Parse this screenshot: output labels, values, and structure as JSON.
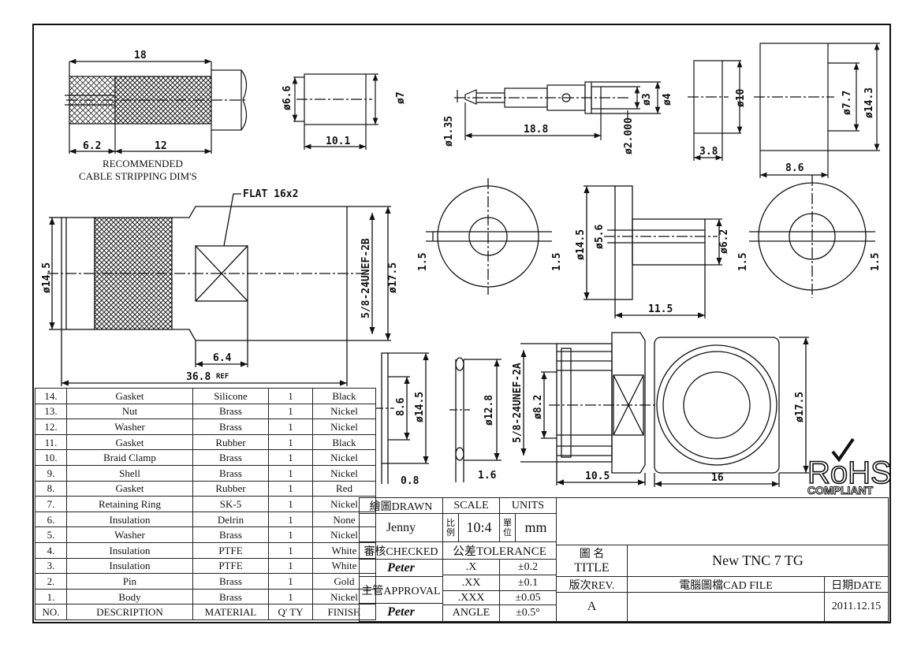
{
  "dimensions": {
    "cable_overall": "18",
    "cable_strip_a": "6.2",
    "cable_strip_b": "12",
    "ferrule_dia_inner": "ø6.6",
    "ferrule_dia_outer": "ø7",
    "ferrule_len": "10.1",
    "pin_dia_tip": "ø1.35",
    "pin_len": "18.8",
    "pin_dia_a": "ø3",
    "pin_dia_b": "ø4",
    "pin_dia_c": "ø2.000",
    "gasket_dia": "ø10",
    "gasket_len": "3.8",
    "nut_dia_inner": "ø7.7",
    "nut_dia_outer": "ø14.3",
    "nut_len": "8.6",
    "flat": "FLAT 16x2",
    "body_dia": "ø14.5",
    "thread": "5/8-24UNEF-2B",
    "body_dia_outer": "ø17.5",
    "flat_len": "6.4",
    "overall_len": "36.8",
    "overall_ref": "REF",
    "slot_a": "1.5",
    "slot_b": "1.5",
    "clamp_dia": "ø14.5",
    "clamp_inner": "ø5.6",
    "clamp_tube": "ø6.2",
    "clamp_len": "11.5",
    "slot_c": "1.5",
    "slot_d": "1.5",
    "washer_inner": "8.6",
    "washer_outer": "ø14.5",
    "washer_thk": "0.8",
    "ring_dia": "ø12.8",
    "ring_thk": "1.6",
    "jack_thread": "5/8-24UNEF-2A",
    "jack_dia": "ø8.2",
    "jack_len": "10.5",
    "jack_face_dia": "ø17.5",
    "jack_face_len": "16"
  },
  "notes": {
    "strip_line1": "RECOMMENDED",
    "strip_line2": "CABLE STRIPPING DIM'S"
  },
  "bom": {
    "header": [
      "NO.",
      "DESCRIPTION",
      "MATERIAL",
      "Q' TY",
      "FINISH"
    ],
    "rows": [
      [
        "14.",
        "Gasket",
        "Silicone",
        "1",
        "Black"
      ],
      [
        "13.",
        "Nut",
        "Brass",
        "1",
        "Nickel"
      ],
      [
        "12.",
        "Washer",
        "Brass",
        "1",
        "Nickel"
      ],
      [
        "11.",
        "Gasket",
        "Rubber",
        "1",
        "Black"
      ],
      [
        "10.",
        "Braid Clamp",
        "Brass",
        "1",
        "Nickel"
      ],
      [
        "9.",
        "Shell",
        "Brass",
        "1",
        "Nickel"
      ],
      [
        "8.",
        "Gasket",
        "Rubber",
        "1",
        "Red"
      ],
      [
        "7.",
        "Retaining Ring",
        "SK-5",
        "1",
        "Nickel"
      ],
      [
        "6.",
        "Insulation",
        "Delrin",
        "1",
        "None"
      ],
      [
        "5.",
        "Washer",
        "Brass",
        "1",
        "Nickel"
      ],
      [
        "4.",
        "Insulation",
        "PTFE",
        "1",
        "White"
      ],
      [
        "3.",
        "Insulation",
        "PTFE",
        "1",
        "White"
      ],
      [
        "2.",
        "Pin",
        "Brass",
        "1",
        "Gold"
      ],
      [
        "1.",
        "Body",
        "Brass",
        "1",
        "Nickel"
      ]
    ]
  },
  "title_block": {
    "drawn_label": "繪圖DRAWN",
    "drawn_by": "Jenny",
    "scale_label": "SCALE",
    "units_label": "UNITS",
    "scale_prefix": "比例",
    "scale_value": "10:4",
    "units_prefix": "單位",
    "units_value": "mm",
    "checked_label": "審核CHECKED",
    "checked_by": "Peter",
    "tolerance_label": "公差TOLERANCE",
    "tol_x": ".X",
    "tol_x_val": "±0.2",
    "tol_xx": ".XX",
    "tol_xx_val": "±0.1",
    "tol_xxx": ".XXX",
    "tol_xxx_val": "±0.05",
    "tol_angle": "ANGLE",
    "tol_angle_val": "±0.5°",
    "approval_label": "主管APPROVAL",
    "approved_by": "Peter",
    "title_cn": "圖 名",
    "title_label": "TITLE",
    "title_value": "New TNC 7 TG",
    "rev_label": "版次REV.",
    "rev_value": "A",
    "cad_label": "電腦圖檔CAD FILE",
    "date_label": "日期DATE",
    "date_value": "2011.12.15"
  },
  "rohs": {
    "mark": "RoHS",
    "compliant": "COMPLIANT"
  }
}
